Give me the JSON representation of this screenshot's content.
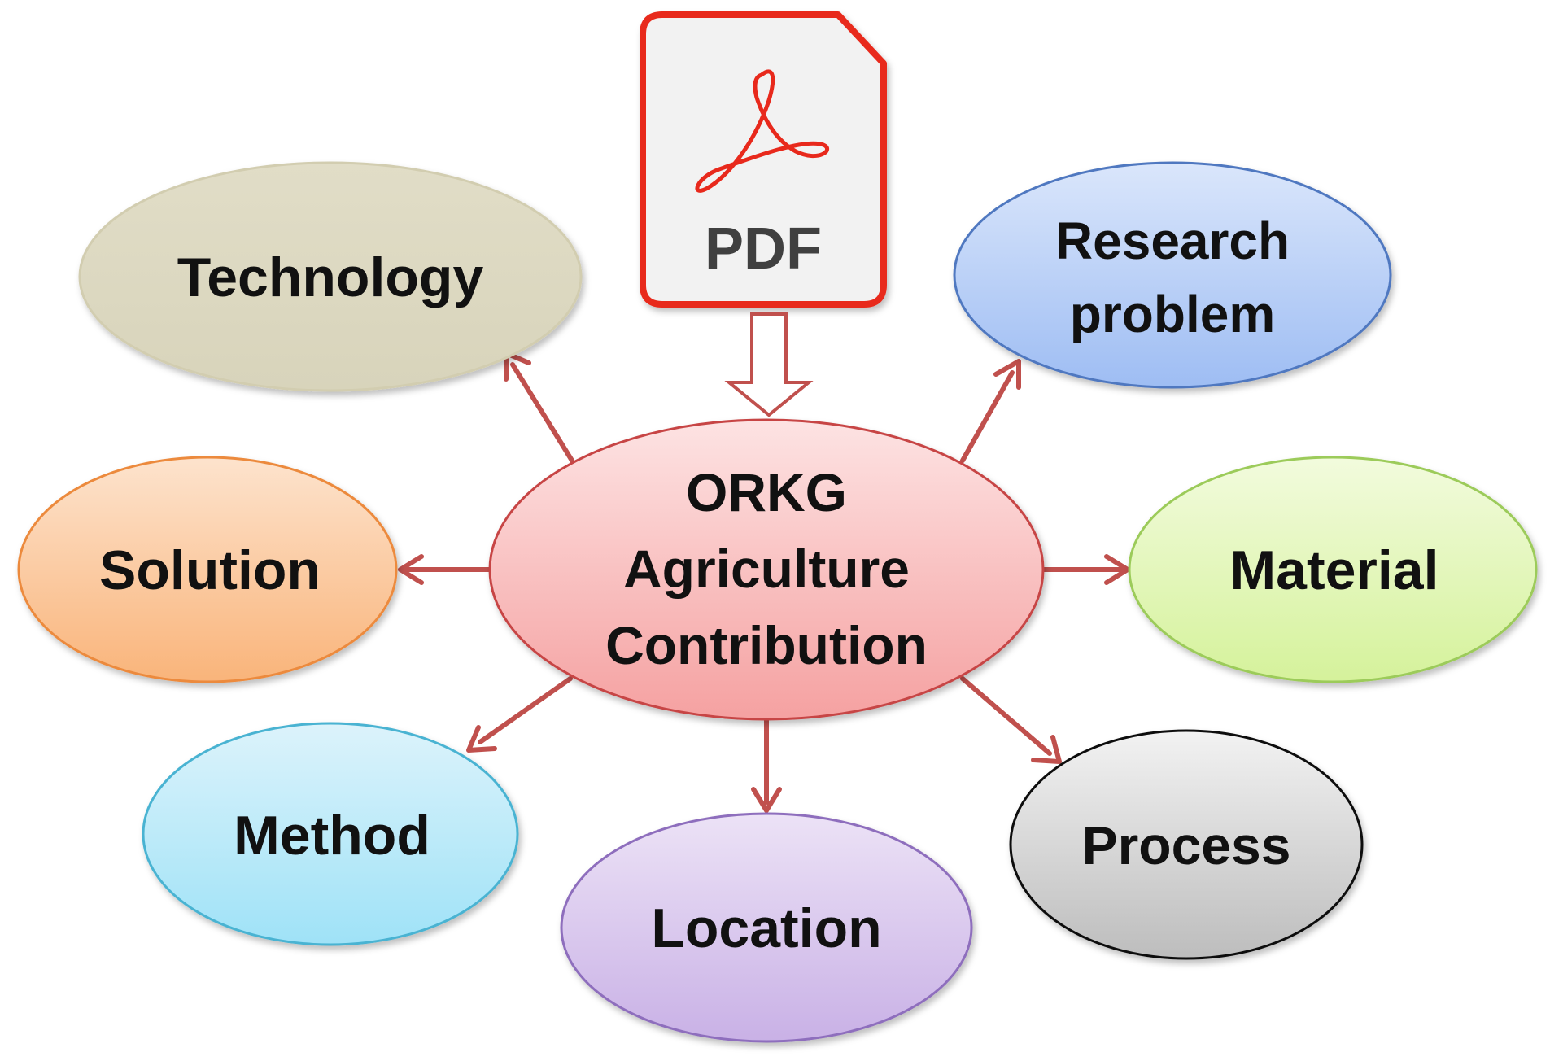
{
  "pdf": {
    "label": "PDF",
    "icon": "acrobat-pdf-icon",
    "border_color": "#e8291c",
    "fill_color": "#f2f2f2"
  },
  "center": {
    "lines": [
      "ORKG",
      "Agriculture",
      "Contribution"
    ],
    "fill_top": "#fde3e3",
    "fill_bottom": "#f5a1a1",
    "stroke": "#c74444"
  },
  "nodes": {
    "technology": {
      "lines": [
        "Technology"
      ],
      "fill_top": "#e1ddc7",
      "fill_bottom": "#d8d4bb",
      "stroke": "#d2cdb0"
    },
    "research_problem": {
      "lines": [
        "Research",
        "problem"
      ],
      "fill_top": "#dae6fb",
      "fill_bottom": "#9ebdf3",
      "stroke": "#5078c0"
    },
    "solution": {
      "lines": [
        "Solution"
      ],
      "fill_top": "#fde3cd",
      "fill_bottom": "#f9b47a",
      "stroke": "#ec8a3e"
    },
    "material": {
      "lines": [
        "Material"
      ],
      "fill_top": "#f2fbdd",
      "fill_bottom": "#d5f29b",
      "stroke": "#9ccb5a"
    },
    "method": {
      "lines": [
        "Method"
      ],
      "fill_top": "#dcf3fb",
      "fill_bottom": "#9fe2f7",
      "stroke": "#48b3d2"
    },
    "location": {
      "lines": [
        "Location"
      ],
      "fill_top": "#ece2f6",
      "fill_bottom": "#c9b1e6",
      "stroke": "#8e6ebd"
    },
    "process": {
      "lines": [
        "Process"
      ],
      "fill_top": "#f2f2f2",
      "fill_bottom": "#bdbdbd",
      "stroke": "#111111"
    }
  },
  "arrow_color": "#c0504d"
}
